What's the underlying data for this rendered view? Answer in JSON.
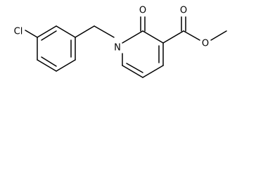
{
  "molecule": {
    "atom_labels": {
      "chlorine": "Cl",
      "ring_nitrogen": "N",
      "carbonyl_oxygen": "O",
      "ester_carbonyl_oxygen": "O",
      "ester_ether_oxygen": "O"
    }
  }
}
